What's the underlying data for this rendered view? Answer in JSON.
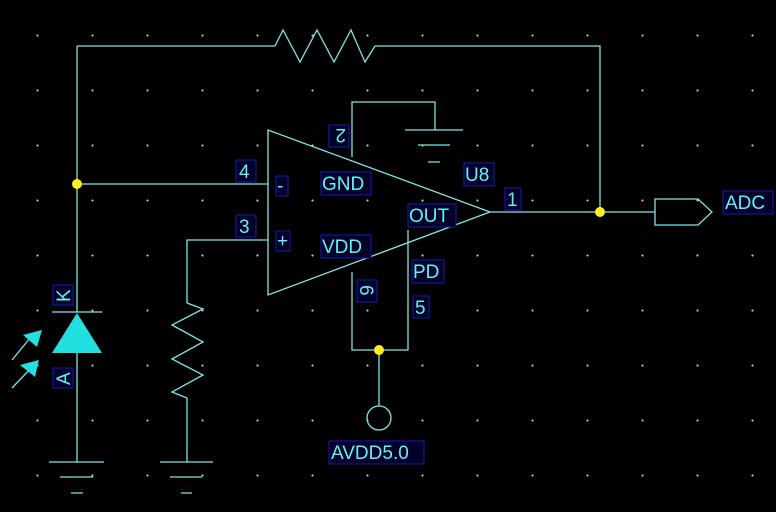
{
  "component": {
    "ref": "U8",
    "pin_minus": "-",
    "pin_plus": "+",
    "gnd": "GND",
    "vdd": "VDD",
    "out": "OUT",
    "pd": "PD",
    "pin_numbers": {
      "inv": "4",
      "noninv": "3",
      "gnd": "2",
      "vdd": "6",
      "out": "1",
      "pd": "5"
    }
  },
  "diode": {
    "cathode": "K",
    "anode": "A"
  },
  "net_labels": {
    "output_port": "ADC",
    "power": "AVDD5.0"
  },
  "colors": {
    "wire": "#7fe6e6",
    "junction": "#ffee22",
    "text": "#5ff5f5",
    "background": "#000000"
  }
}
